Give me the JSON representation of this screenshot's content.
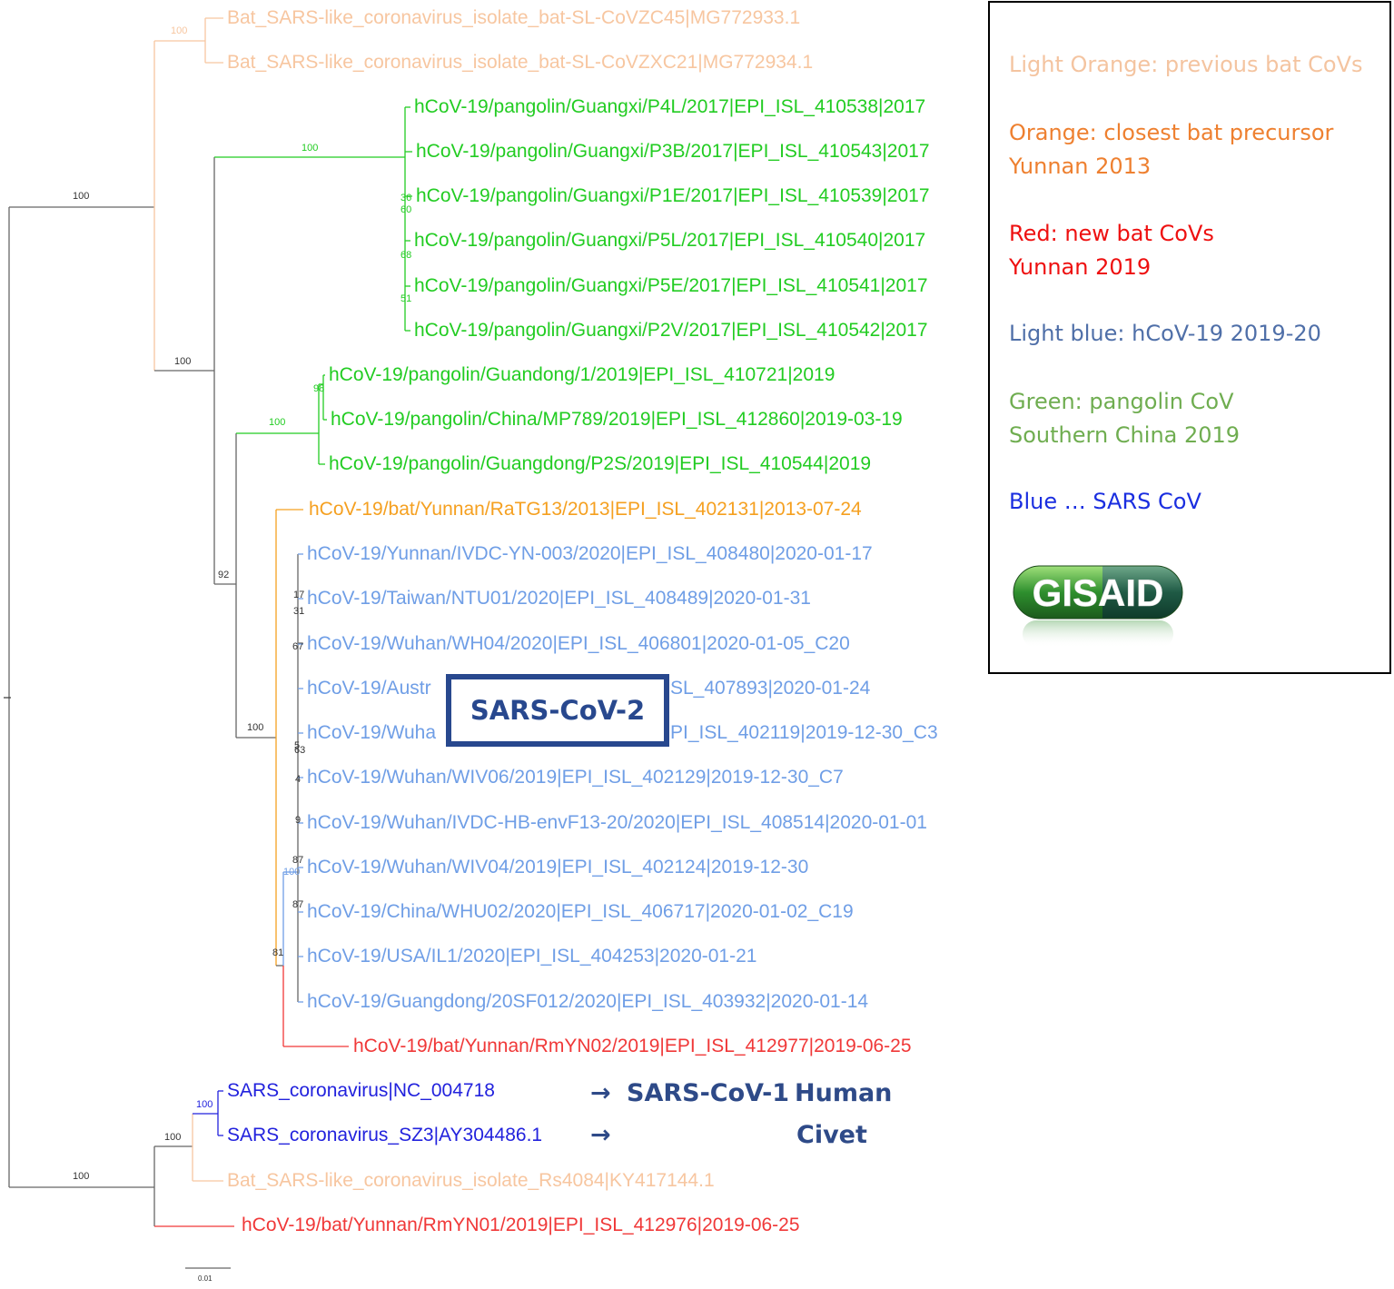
{
  "colors": {
    "light_orange": "#f7c6a0",
    "orange": "#f5a020",
    "red": "#f03838",
    "light_blue": "#6f9ee6",
    "green": "#22cc22",
    "blue": "#2222dd",
    "gray": "#666666",
    "legend_light_orange": "#f4c4a0",
    "legend_orange": "#ee8030",
    "legend_red": "#ee1010",
    "legend_light_blue": "#4f6fa8",
    "legend_green": "#6fad50",
    "legend_blue": "#1a2ee0",
    "annotation_navy": "#2e4a88"
  },
  "tree": {
    "leaves": [
      {
        "label": "Bat_SARS-like_coronavirus_isolate_bat-SL-CoVZC45|MG772933.1",
        "color": "light_orange"
      },
      {
        "label": "Bat_SARS-like_coronavirus_isolate_bat-SL-CoVZXC21|MG772934.1",
        "color": "light_orange"
      },
      {
        "label": "hCoV-19/pangolin/Guangxi/P4L/2017|EPI_ISL_410538|2017",
        "color": "green"
      },
      {
        "label": "hCoV-19/pangolin/Guangxi/P3B/2017|EPI_ISL_410543|2017",
        "color": "green"
      },
      {
        "label": "hCoV-19/pangolin/Guangxi/P1E/2017|EPI_ISL_410539|2017",
        "color": "green"
      },
      {
        "label": "hCoV-19/pangolin/Guangxi/P5L/2017|EPI_ISL_410540|2017",
        "color": "green"
      },
      {
        "label": "hCoV-19/pangolin/Guangxi/P5E/2017|EPI_ISL_410541|2017",
        "color": "green"
      },
      {
        "label": "hCoV-19/pangolin/Guangxi/P2V/2017|EPI_ISL_410542|2017",
        "color": "green"
      },
      {
        "label": "hCoV-19/pangolin/Guandong/1/2019|EPI_ISL_410721|2019",
        "color": "green"
      },
      {
        "label": "hCoV-19/pangolin/China/MP789/2019|EPI_ISL_412860|2019-03-19",
        "color": "green"
      },
      {
        "label": "hCoV-19/pangolin/Guangdong/P2S/2019|EPI_ISL_410544|2019",
        "color": "green"
      },
      {
        "label": "hCoV-19/bat/Yunnan/RaTG13/2013|EPI_ISL_402131|2013-07-24",
        "color": "orange"
      },
      {
        "label": "hCoV-19/Yunnan/IVDC-YN-003/2020|EPI_ISL_408480|2020-01-17",
        "color": "light_blue"
      },
      {
        "label": "hCoV-19/Taiwan/NTU01/2020|EPI_ISL_408489|2020-01-31",
        "color": "light_blue"
      },
      {
        "label": "hCoV-19/Wuhan/WH04/2020|EPI_ISL_406801|2020-01-05_C20",
        "color": "light_blue"
      },
      {
        "label": "hCoV-19/Austr",
        "tail": "SL_407893|2020-01-24",
        "color": "light_blue"
      },
      {
        "label": "hCoV-19/Wuha",
        "tail": "PI_ISL_402119|2019-12-30_C3",
        "color": "light_blue"
      },
      {
        "label": "hCoV-19/Wuhan/WIV06/2019|EPI_ISL_402129|2019-12-30_C7",
        "color": "light_blue"
      },
      {
        "label": "hCoV-19/Wuhan/IVDC-HB-envF13-20/2020|EPI_ISL_408514|2020-01-01",
        "color": "light_blue"
      },
      {
        "label": "hCoV-19/Wuhan/WIV04/2019|EPI_ISL_402124|2019-12-30",
        "color": "light_blue"
      },
      {
        "label": "hCoV-19/China/WHU02/2020|EPI_ISL_406717|2020-01-02_C19",
        "color": "light_blue"
      },
      {
        "label": "hCoV-19/USA/IL1/2020|EPI_ISL_404253|2020-01-21",
        "color": "light_blue"
      },
      {
        "label": "hCoV-19/Guangdong/20SF012/2020|EPI_ISL_403932|2020-01-14",
        "color": "light_blue"
      },
      {
        "label": "hCoV-19/bat/Yunnan/RmYN02/2019|EPI_ISL_412977|2019-06-25",
        "color": "red"
      },
      {
        "label": "SARS_coronavirus|NC_004718",
        "color": "blue"
      },
      {
        "label": "SARS_coronavirus_SZ3|AY304486.1",
        "color": "blue"
      },
      {
        "label": "Bat_SARS-like_coronavirus_isolate_Rs4084|KY417144.1",
        "color": "light_orange"
      },
      {
        "label": "hCoV-19/bat/Yunnan/RmYN01/2019|EPI_ISL_412976|2019-06-25",
        "color": "red"
      }
    ],
    "bootstrap": [
      "100",
      "100",
      "100",
      "100",
      "36",
      "60",
      "68",
      "51",
      "98",
      "100",
      "92",
      "100",
      "17",
      "31",
      "67",
      "5",
      "63",
      "4",
      "9",
      "87",
      "100",
      "87",
      "81",
      "100",
      "100",
      "100"
    ],
    "scale_label": "0.01"
  },
  "legend": {
    "lines": [
      {
        "text": "Light Orange: previous bat CoVs",
        "color": "legend_light_orange"
      },
      {
        "text": "Orange: closest bat precursor",
        "color": "legend_orange"
      },
      {
        "text": "Yunnan 2013",
        "color": "legend_orange"
      },
      {
        "text": "Red: new bat CoVs",
        "color": "legend_red"
      },
      {
        "text": "Yunnan 2019",
        "color": "legend_red"
      },
      {
        "text": "Light blue: hCoV-19 2019-20",
        "color": "legend_light_blue"
      },
      {
        "text": "Green: pangolin CoV",
        "color": "legend_green"
      },
      {
        "text": "Southern China 2019",
        "color": "legend_green"
      },
      {
        "text": "Blue … SARS CoV",
        "color": "legend_blue"
      }
    ],
    "logo_text": "GISAID"
  },
  "annotations": {
    "sars2_box": "SARS-CoV-2",
    "arrow": "→",
    "sars1_label": "SARS-CoV-1",
    "human": "Human",
    "civet": "Civet"
  }
}
